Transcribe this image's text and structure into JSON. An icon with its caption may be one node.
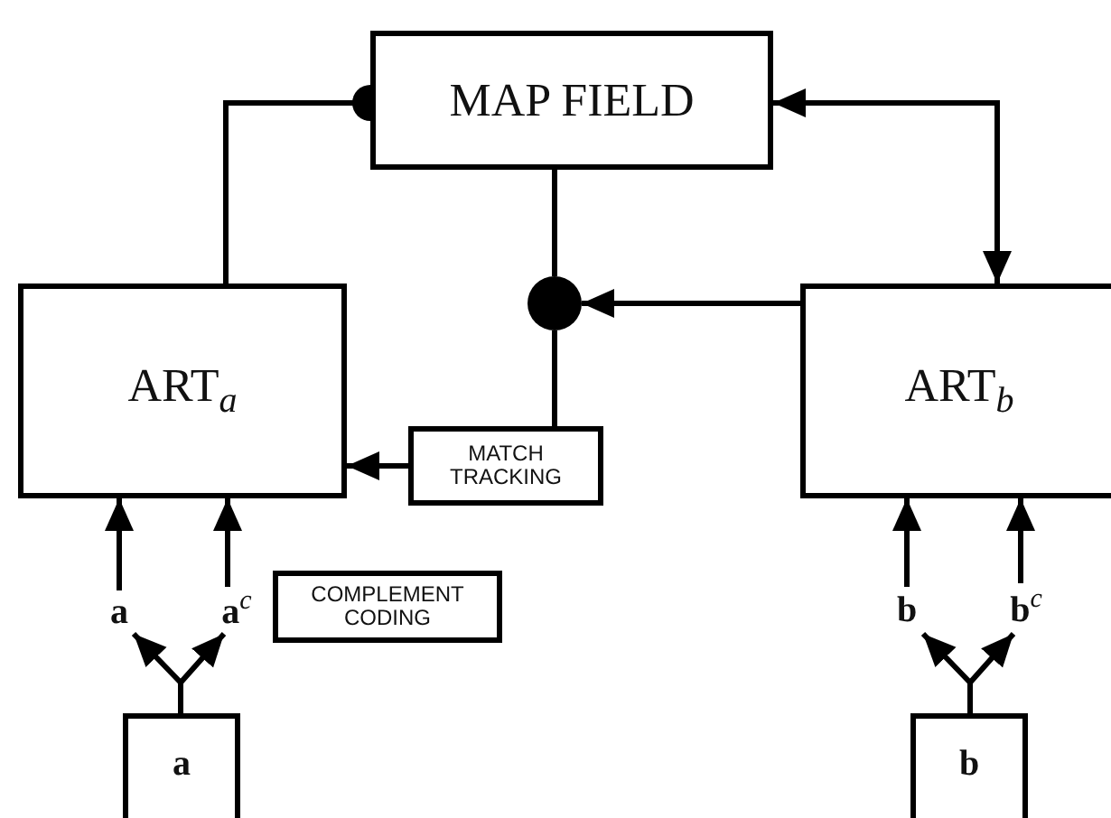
{
  "diagram": {
    "nodes": [
      {
        "text": [
          "MAP FIELD"
        ]
      },
      {
        "text": [
          "ART$_{a}$"
        ]
      },
      {
        "text": [
          "ART$_{b}$"
        ]
      },
      {
        "text": [],
        "shape": "circle"
      },
      {
        "text": [
          "MATCH TRACKING"
        ]
      },
      {
        "text": [
          "a"
        ]
      },
      {
        "text": [
          "**a**$^{c}$"
        ]
      },
      {
        "text": [
          "COMPLEMENT CODING"
        ]
      },
      {
        "text": [
          "a"
        ]
      },
      {
        "text": [
          "b"
        ]
      },
      {
        "text": [
          "**b**$^{c}$"
        ]
      },
      {
        "text": [
          "b"
        ]
      }
    ],
    "edges": [
      {
        "from": 1,
        "to": 0,
        "arrow": "other"
      },
      {
        "from": 0,
        "to": 2,
        "arrow": "both"
      },
      {
        "from": 0,
        "to": 3,
        "arrow": "none"
      },
      {
        "from": 3,
        "to": 4,
        "arrow": "none"
      },
      {
        "from": 2,
        "to": 3,
        "arrow": "to"
      },
      {
        "from": 4,
        "to": 1,
        "arrow": "to"
      },
      {
        "from": 5,
        "to": 1,
        "arrow": "to"
      },
      {
        "from": 6,
        "to": 1,
        "arrow": "to"
      },
      {
        "from": 8,
        "to": 5,
        "arrow": "to"
      },
      {
        "from": 8,
        "to": 6,
        "arrow": "to"
      },
      {
        "from": 9,
        "to": 2,
        "arrow": "to"
      },
      {
        "from": 10,
        "to": 2,
        "arrow": "to"
      },
      {
        "from": 11,
        "to": 9,
        "arrow": "to"
      },
      {
        "from": 11,
        "to": 10,
        "arrow": "to"
      }
    ]
  }
}
